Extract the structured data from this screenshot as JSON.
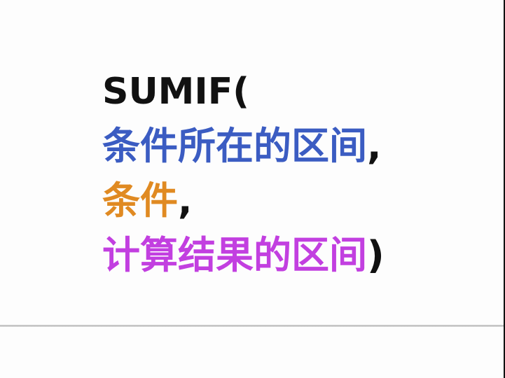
{
  "formula": {
    "function_name": "SUMIF(",
    "arg1": "条件所在的区间",
    "arg1_sep": ",",
    "arg2": "条件",
    "arg2_sep": ",",
    "arg3": "计算结果的区间",
    "close": ")"
  },
  "colors": {
    "function": "#111111",
    "arg1": "#3b5cc2",
    "arg2": "#e08a22",
    "arg3": "#c23fe0"
  }
}
